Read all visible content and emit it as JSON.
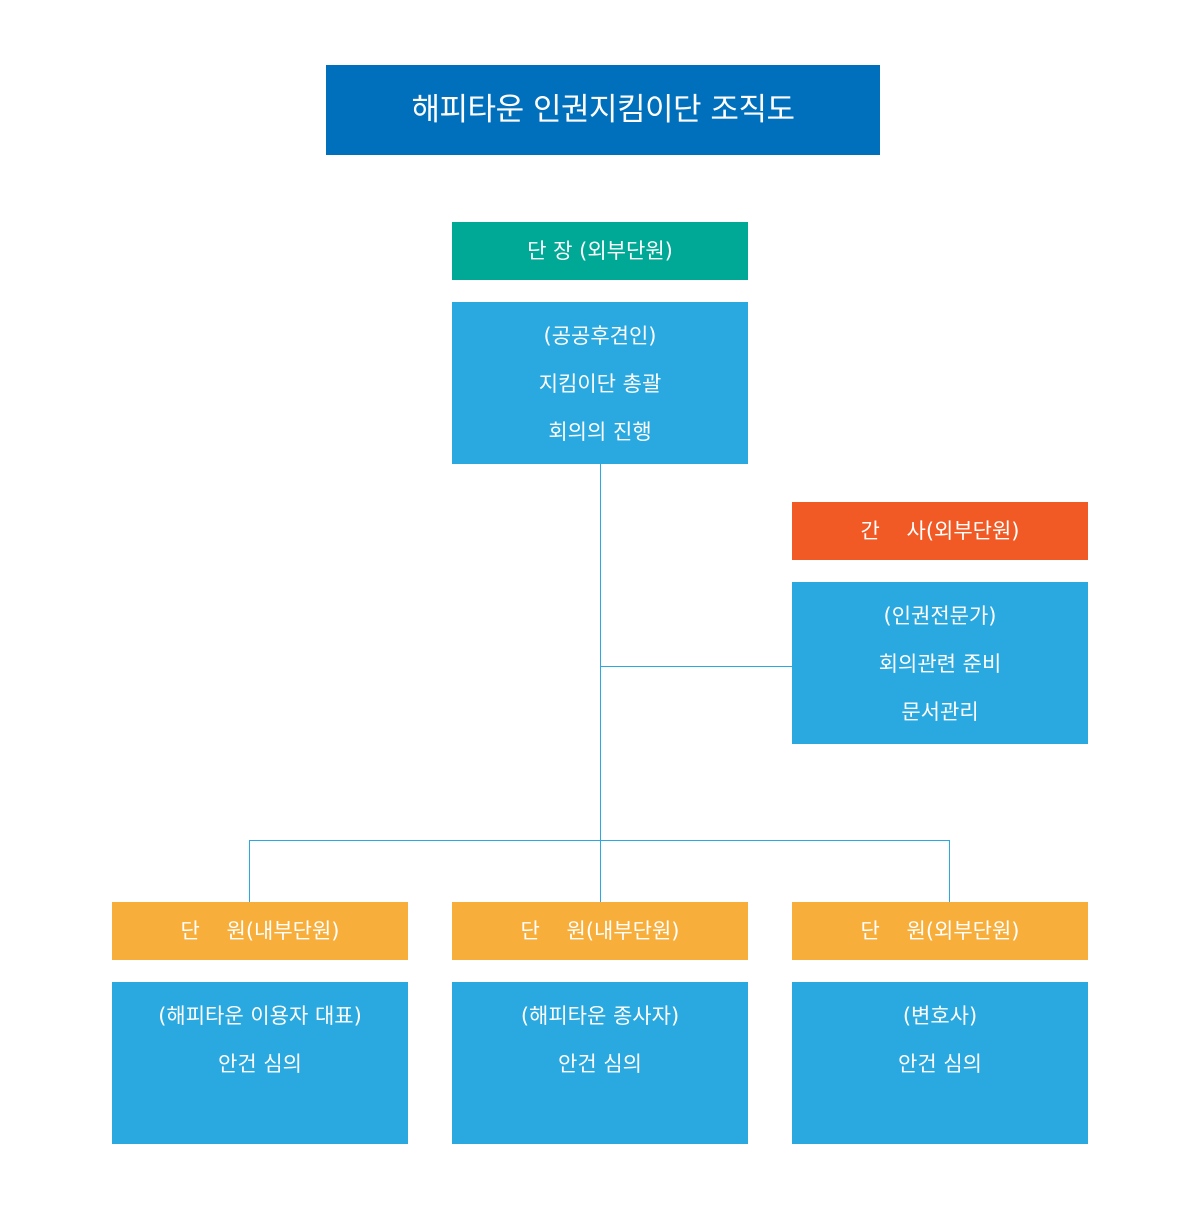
{
  "title": "해피타운 인권지킴이단 조직도",
  "leader": {
    "head": "단 장 (외부단원)",
    "lines": [
      "(공공후견인)",
      "지킴이단 총괄",
      "회의의 진행"
    ]
  },
  "secretary": {
    "head": "간    사(외부단원)",
    "lines": [
      "(인권전문가)",
      "회의관련 준비",
      "문서관리"
    ]
  },
  "members": [
    {
      "head": "단    원(내부단원)",
      "lines": [
        "(해피타운 이용자 대표)",
        "안건 심의"
      ]
    },
    {
      "head": "단    원(내부단원)",
      "lines": [
        "(해피타운 종사자)",
        "안건 심의"
      ]
    },
    {
      "head": "단    원(외부단원)",
      "lines": [
        "(변호사)",
        "안건 심의"
      ]
    }
  ],
  "colors": {
    "title": "#0070bd",
    "leader_head": "#00a996",
    "secretary_head": "#f15a24",
    "member_head": "#f8ae3a",
    "body": "#29a9e0",
    "connector": "#29a9e0"
  }
}
